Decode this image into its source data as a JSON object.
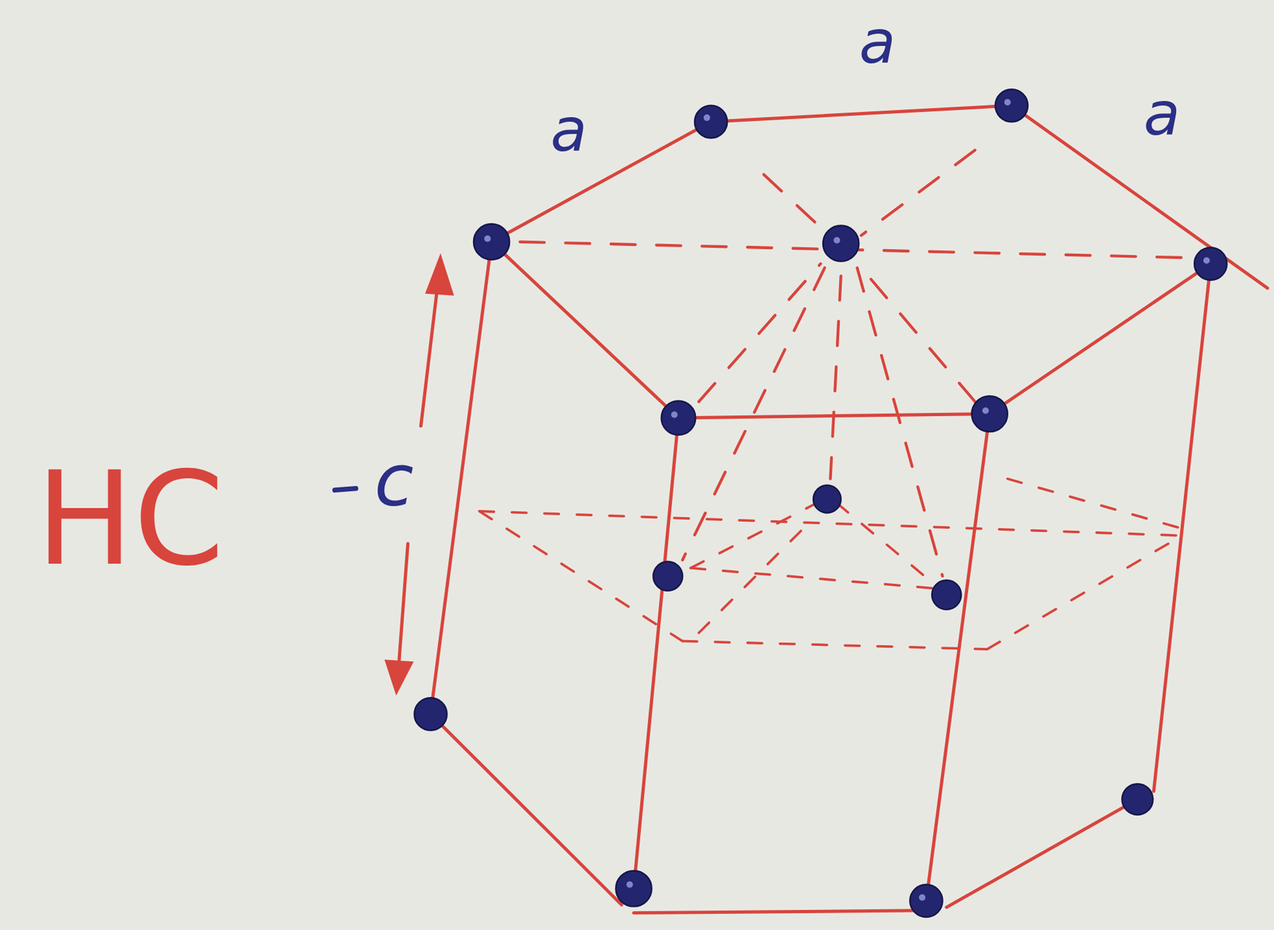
{
  "diagram": {
    "labels": [
      "a",
      "a",
      "a",
      "HC",
      "c"
    ]
  }
}
